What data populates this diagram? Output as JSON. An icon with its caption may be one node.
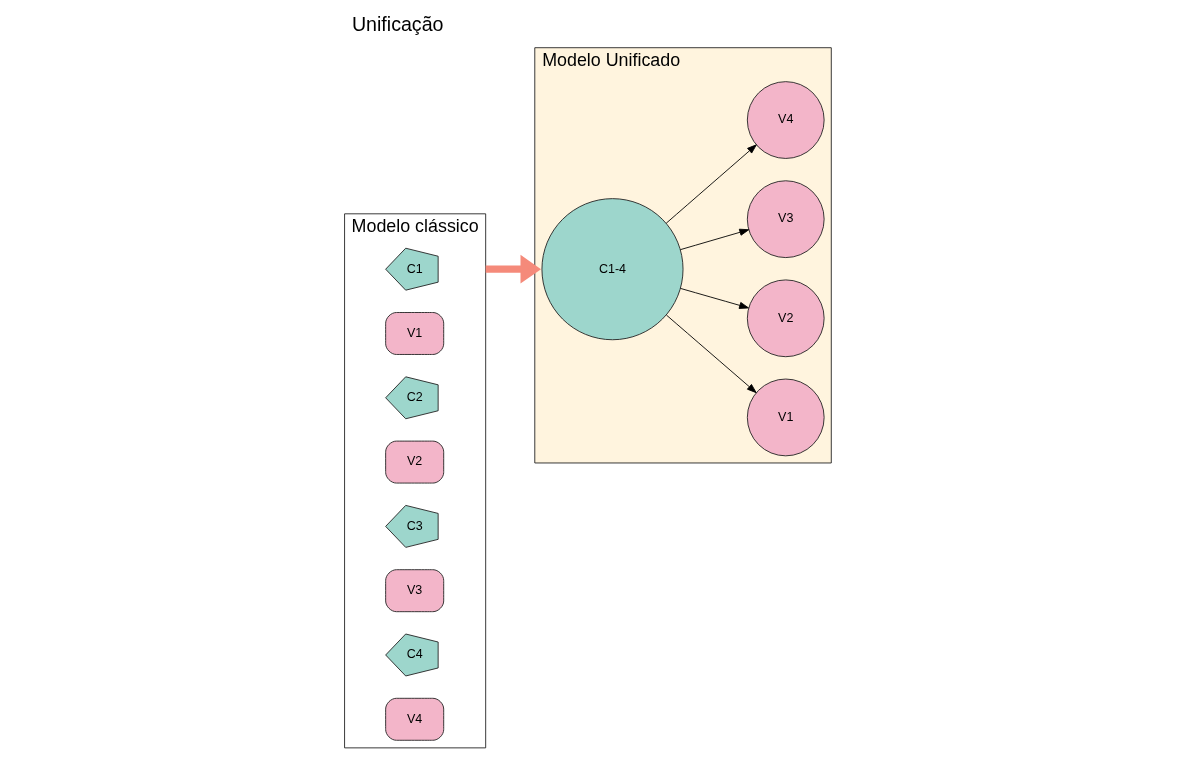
{
  "diagram": {
    "title": "Unificação",
    "nodes": [
      {
        "text": [
          "Modelo clássico"
        ]
      },
      {
        "text": [
          "C1"
        ],
        "in": 0
      },
      {
        "text": [
          "V1"
        ],
        "in": 0
      },
      {
        "text": [
          "C2"
        ],
        "in": 0
      },
      {
        "text": [
          "V2"
        ],
        "in": 0
      },
      {
        "text": [
          "C3"
        ],
        "in": 0
      },
      {
        "text": [
          "V3"
        ],
        "in": 0
      },
      {
        "text": [
          "C4"
        ],
        "in": 0
      },
      {
        "text": [
          "V4"
        ],
        "in": 0
      },
      {
        "text": [
          "Modelo Unificado"
        ]
      },
      {
        "text": [
          "C1-4"
        ],
        "in": 9
      },
      {
        "text": [
          "V1"
        ],
        "in": 9
      },
      {
        "text": [
          "V2"
        ],
        "in": 9
      },
      {
        "text": [
          "V3"
        ],
        "in": 9
      },
      {
        "text": [
          "V4"
        ],
        "in": 9
      }
    ],
    "edges": [
      {
        "from": 0,
        "to": 9,
        "arrow": "to",
        "style": "thick",
        "color": "#f58a7a"
      },
      {
        "from": 10,
        "to": 11,
        "arrow": "to"
      },
      {
        "from": 10,
        "to": 12,
        "arrow": "to"
      },
      {
        "from": 10,
        "to": 13,
        "arrow": "to"
      },
      {
        "from": 10,
        "to": 14,
        "arrow": "to"
      }
    ]
  }
}
